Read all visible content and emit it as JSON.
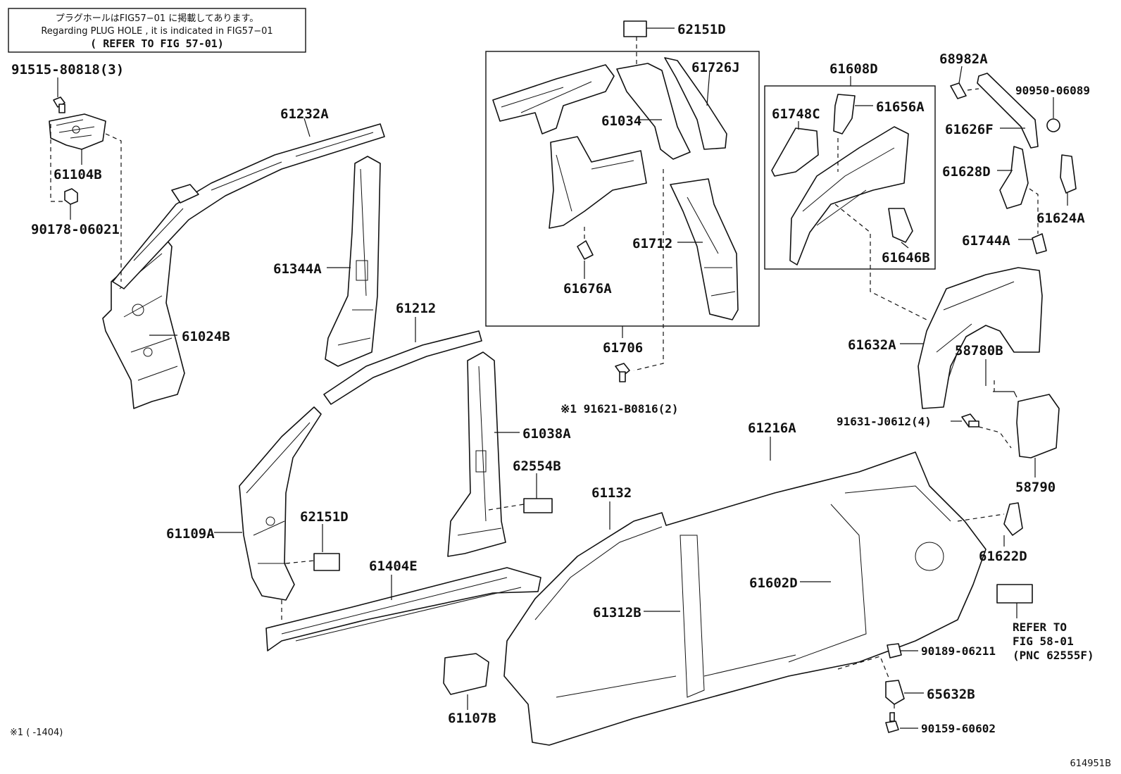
{
  "notice": {
    "line_jp": "プラグホールはFIG57−01 に掲載してあります。",
    "line_en": "Regarding PLUG HOLE , it is indicated in FIG57−01",
    "line_ref": "( REFER TO FIG 57-01)"
  },
  "labels": {
    "p_91515": "91515-80818(3)",
    "p_61104B": "61104B",
    "p_90178": "90178-06021",
    "p_61232A": "61232A",
    "p_61344A": "61344A",
    "p_61024B": "61024B",
    "p_62151D_top": "62151D",
    "p_61726J": "61726J",
    "p_61034": "61034",
    "p_61712": "61712",
    "p_61676A": "61676A",
    "p_61706": "61706",
    "p_91621": "※1 91621-B0816(2)",
    "p_61608D": "61608D",
    "p_61748C": "61748C",
    "p_61656A": "61656A",
    "p_61646B": "61646B",
    "p_68982A": "68982A",
    "p_90950": "90950-06089",
    "p_61626F": "61626F",
    "p_61628D": "61628D",
    "p_61624A": "61624A",
    "p_61744A": "61744A",
    "p_61632A": "61632A",
    "p_58780B": "58780B",
    "p_91631": "91631-J0612(4)",
    "p_58790": "58790",
    "p_61212": "61212",
    "p_61038A": "61038A",
    "p_62554B": "62554B",
    "p_61216A": "61216A",
    "p_61132": "61132",
    "p_61109A": "61109A",
    "p_62151D_low": "62151D",
    "p_61404E": "61404E",
    "p_61312B": "61312B",
    "p_61602D": "61602D",
    "p_61622D": "61622D",
    "p_90189": "90189-06211",
    "p_65632B": "65632B",
    "p_90159": "90159-60602",
    "p_61107B": "61107B",
    "ref_line1": "REFER TO",
    "ref_line2": "FIG 58-01",
    "ref_line3": "(PNC 62555F)",
    "footnote": "※1 (      -1404)",
    "diagram_id": "614951B"
  }
}
